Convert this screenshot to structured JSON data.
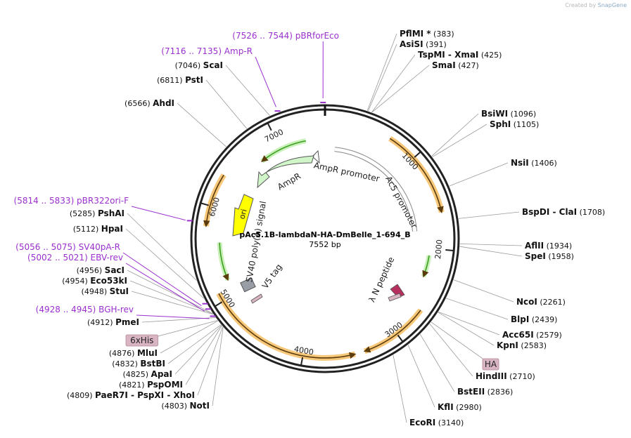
{
  "branding": {
    "created_by": "Created by",
    "app_name": "SnapGene"
  },
  "plasmid": {
    "name": "pAc5.1B-lambdaN-HA-DmBelle_1-694_B",
    "length_label": "7552 bp",
    "length": 7552
  },
  "ticks": [
    {
      "pos": 1000,
      "label": "1000"
    },
    {
      "pos": 2000,
      "label": "2000"
    },
    {
      "pos": 3000,
      "label": "3000"
    },
    {
      "pos": 4000,
      "label": "4000"
    },
    {
      "pos": 5000,
      "label": "5000"
    },
    {
      "pos": 6000,
      "label": "6000"
    },
    {
      "pos": 7000,
      "label": "7000"
    }
  ],
  "enzymes": [
    {
      "name": "PflMI *",
      "pos": 383,
      "label_pos": "(383)"
    },
    {
      "name": "AsiSI",
      "pos": 391,
      "label_pos": "(391)"
    },
    {
      "name": "TspMI",
      "name2": "XmaI",
      "pos": 425,
      "label_pos": "(425)"
    },
    {
      "name": "SmaI",
      "pos": 427,
      "label_pos": "(427)"
    },
    {
      "name": "BsiWI",
      "pos": 1096,
      "label_pos": "(1096)"
    },
    {
      "name": "SphI",
      "pos": 1105,
      "label_pos": "(1105)"
    },
    {
      "name": "NsiI",
      "pos": 1406,
      "label_pos": "(1406)"
    },
    {
      "name": "BspDI",
      "name2": "ClaI",
      "pos": 1708,
      "label_pos": "(1708)"
    },
    {
      "name": "AflII",
      "pos": 1934,
      "label_pos": "(1934)"
    },
    {
      "name": "SpeI",
      "pos": 1958,
      "label_pos": "(1958)"
    },
    {
      "name": "NcoI",
      "pos": 2261,
      "label_pos": "(2261)"
    },
    {
      "name": "BlpI",
      "pos": 2439,
      "label_pos": "(2439)"
    },
    {
      "name": "Acc65I",
      "pos": 2579,
      "label_pos": "(2579)"
    },
    {
      "name": "KpnI",
      "pos": 2583,
      "label_pos": "(2583)"
    },
    {
      "name": "HindIII",
      "pos": 2710,
      "label_pos": "(2710)"
    },
    {
      "name": "BstEII",
      "pos": 2836,
      "label_pos": "(2836)"
    },
    {
      "name": "KflI",
      "pos": 2980,
      "label_pos": "(2980)"
    },
    {
      "name": "EcoRI",
      "pos": 3140,
      "label_pos": "(3140)"
    },
    {
      "name": "NotI",
      "pos": 4803,
      "label_pos": "(4803)"
    },
    {
      "name": "PaeR7I",
      "name2": "PspXI",
      "name3": "XhoI",
      "pos": 4809,
      "label_pos": "(4809)"
    },
    {
      "name": "PspOMI",
      "pos": 4821,
      "label_pos": "(4821)"
    },
    {
      "name": "ApaI",
      "pos": 4825,
      "label_pos": "(4825)"
    },
    {
      "name": "BstBI",
      "pos": 4832,
      "label_pos": "(4832)"
    },
    {
      "name": "MluI",
      "pos": 4876,
      "label_pos": "(4876)"
    },
    {
      "name": "PmeI",
      "pos": 4912,
      "label_pos": "(4912)"
    },
    {
      "name": "StuI",
      "pos": 4948,
      "label_pos": "(4948)"
    },
    {
      "name": "Eco53kI",
      "pos": 4954,
      "label_pos": "(4954)"
    },
    {
      "name": "SacI",
      "pos": 4956,
      "label_pos": "(4956)"
    },
    {
      "name": "HpaI",
      "pos": 5112,
      "label_pos": "(5112)"
    },
    {
      "name": "PshAI",
      "pos": 5285,
      "label_pos": "(5285)"
    },
    {
      "name": "AhdI",
      "pos": 6566,
      "label_pos": "(6566)"
    },
    {
      "name": "PstI",
      "pos": 6811,
      "label_pos": "(6811)"
    },
    {
      "name": "ScaI",
      "pos": 7046,
      "label_pos": "(7046)"
    }
  ],
  "primers": [
    {
      "range": "(7526 .. 7544)",
      "name": "pBRforEco",
      "pos": 7535
    },
    {
      "range": "(7116 .. 7135)",
      "name": "Amp-R",
      "pos": 7125
    },
    {
      "range": "(5814 .. 5833)",
      "name": "pBR322ori-F",
      "pos": 5823
    },
    {
      "range": "(5056 .. 5075)",
      "name": "SV40pA-R",
      "pos": 5065
    },
    {
      "range": "(5002 .. 5021)",
      "name": "EBV-rev",
      "pos": 5011
    },
    {
      "range": "(4928 .. 4945)",
      "name": "BGH-rev",
      "pos": 4936
    }
  ],
  "tags": [
    {
      "name": "6xHis",
      "pos": 4880
    },
    {
      "name": "HA",
      "pos": 2690
    }
  ],
  "features": {
    "ampr_promoter": "AmpR promoter",
    "ampr": "AmpR",
    "ac5_promoter": "Ac5 promoter",
    "lambda_n_peptide": "λ N peptide",
    "ori": "ori",
    "sv40_polya": "SV40 poly(A) signal",
    "v5_tag": "V5 tag"
  },
  "colors": {
    "orf": "#f5b142",
    "ampr_fill": "#cff5c8",
    "ampr_edge": "#3a9f1f",
    "ori_fill": "#ffff00",
    "promoter_fill": "#ffffff",
    "primer": "#9b30cf",
    "tag_fill": "#d9b4c3",
    "lambda_fill": "#b5305e",
    "v5_fill": "#999ea6"
  }
}
